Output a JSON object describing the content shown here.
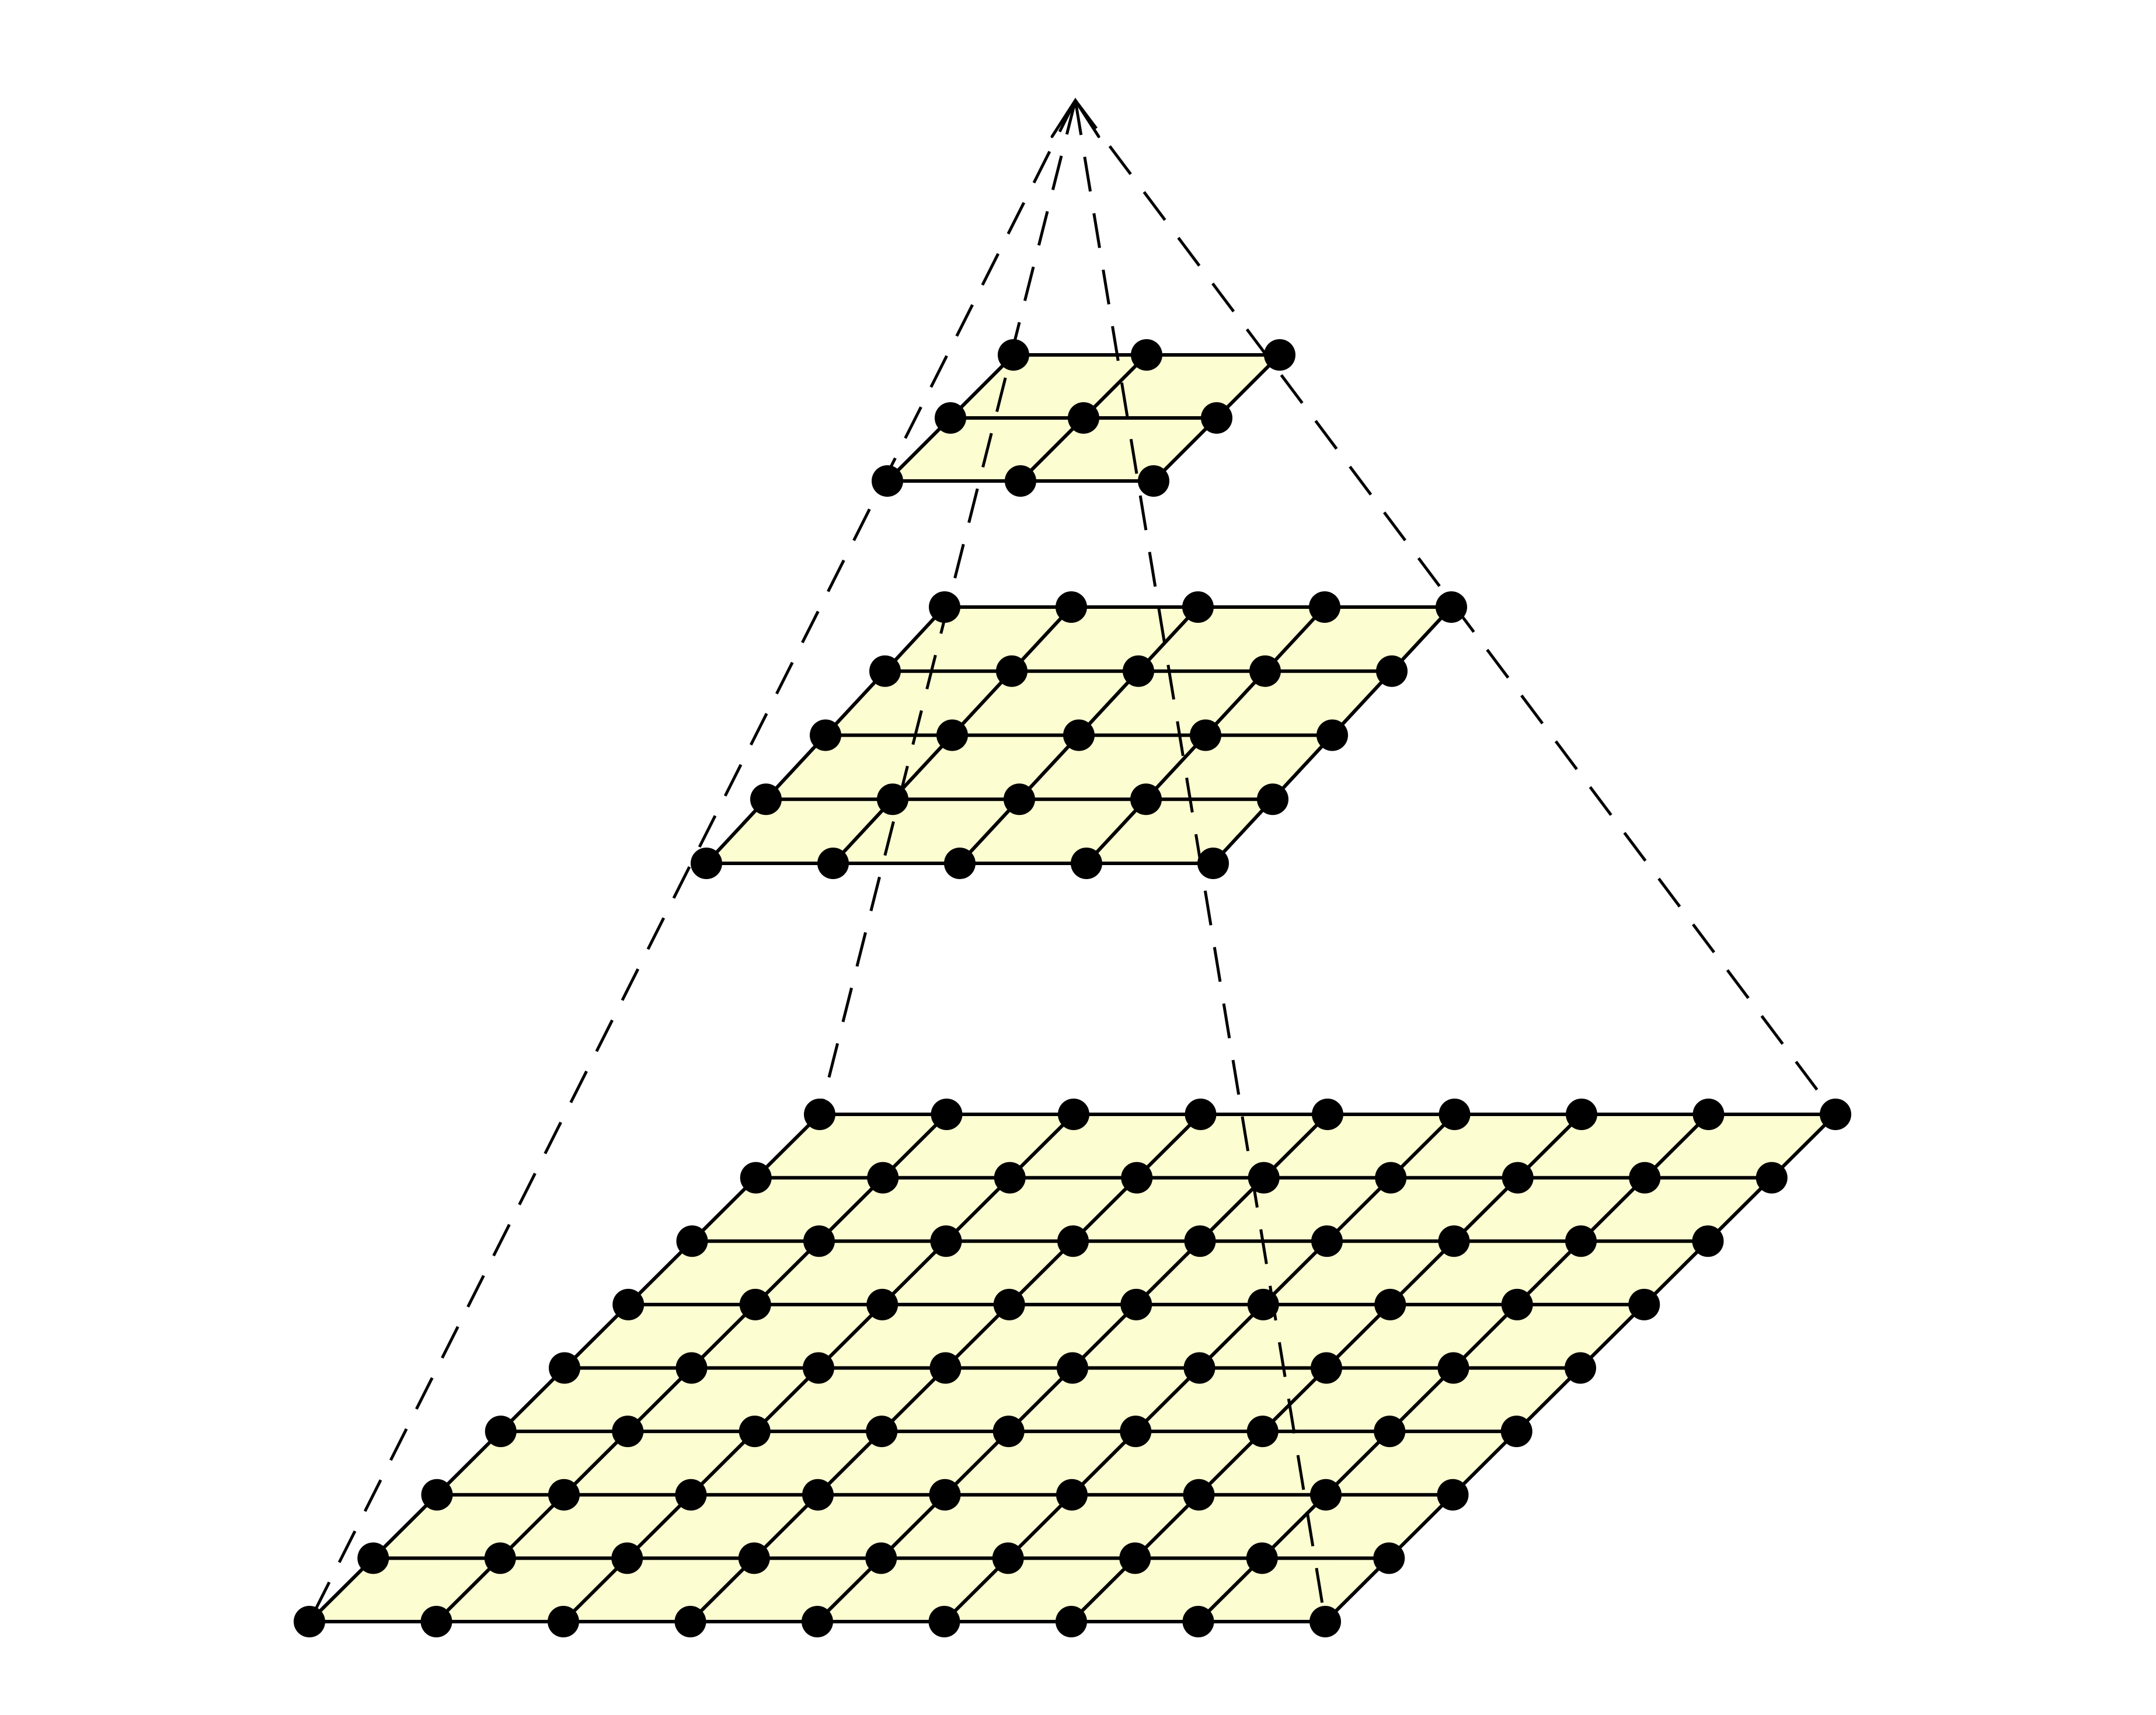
{
  "diagram": {
    "type": "image-pyramid",
    "levels": [
      {
        "name": "level-top",
        "rows": 3,
        "cols": 3
      },
      {
        "name": "level-middle",
        "rows": 5,
        "cols": 5
      },
      {
        "name": "level-bottom",
        "rows": 9,
        "cols": 9
      }
    ],
    "projection": "dashed-lines-to-apex",
    "apex_marker": "open-arrow-head"
  },
  "colors": {
    "plane_fill": "#fdfdd2",
    "grid_line": "#000000",
    "node": "#000000",
    "projection_line": "#000000",
    "background": "#ffffff"
  }
}
